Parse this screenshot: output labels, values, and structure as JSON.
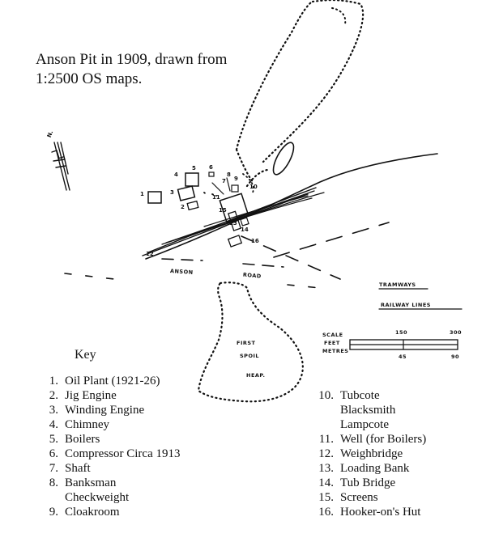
{
  "title_line1": "Anson Pit in 1909, drawn from",
  "title_line2": "1:2500 OS maps.",
  "north_label": "N.",
  "road_label_left": "ANSON",
  "road_label_right": "ROAD",
  "legend": {
    "tramways": "TRAMWAYS",
    "railway": "RAILWAY LINES"
  },
  "scale": {
    "row1_label": "SCALE",
    "row2_label": "FEET",
    "row3_label": "METRES",
    "feet_mid": "150",
    "feet_end": "300",
    "metres_mid": "45",
    "metres_end": "90"
  },
  "spoil": {
    "line1": "FIRST",
    "line2": "SPOIL",
    "line3": "HEAP."
  },
  "map_numbers": {
    "n1": "1",
    "n2": "2",
    "n3": "3",
    "n4": "4",
    "n5": "5",
    "n6": "6",
    "n7": "7",
    "n8": "8",
    "n9": "9",
    "n10": "10",
    "n11": "11",
    "n12": "12",
    "n13": "13",
    "n14": "14",
    "n15": "15",
    "n16": "16"
  },
  "key_title": "Key",
  "key_left": [
    {
      "num": "1.",
      "text": "Oil Plant (1921-26)"
    },
    {
      "num": "2.",
      "text": "Jig Engine"
    },
    {
      "num": "3.",
      "text": "Winding Engine"
    },
    {
      "num": "4.",
      "text": "Chimney"
    },
    {
      "num": "5.",
      "text": "Boilers"
    },
    {
      "num": "6.",
      "text": "Compressor Circa 1913"
    },
    {
      "num": "7.",
      "text": "Shaft"
    },
    {
      "num": "8.",
      "text": "Banksman",
      "text2": "Checkweight"
    },
    {
      "num": "9.",
      "text": "Cloakroom"
    }
  ],
  "key_right": [
    {
      "num": "10.",
      "text": "Tubcote",
      "text2": "Blacksmith",
      "text3": "Lampcote"
    },
    {
      "num": "11.",
      "text": "Well (for Boilers)"
    },
    {
      "num": "12.",
      "text": "Weighbridge"
    },
    {
      "num": "13.",
      "text": "Loading Bank"
    },
    {
      "num": "14.",
      "text": "Tub Bridge"
    },
    {
      "num": "15.",
      "text": "Screens"
    },
    {
      "num": "16.",
      "text": "Hooker-on's Hut"
    }
  ]
}
